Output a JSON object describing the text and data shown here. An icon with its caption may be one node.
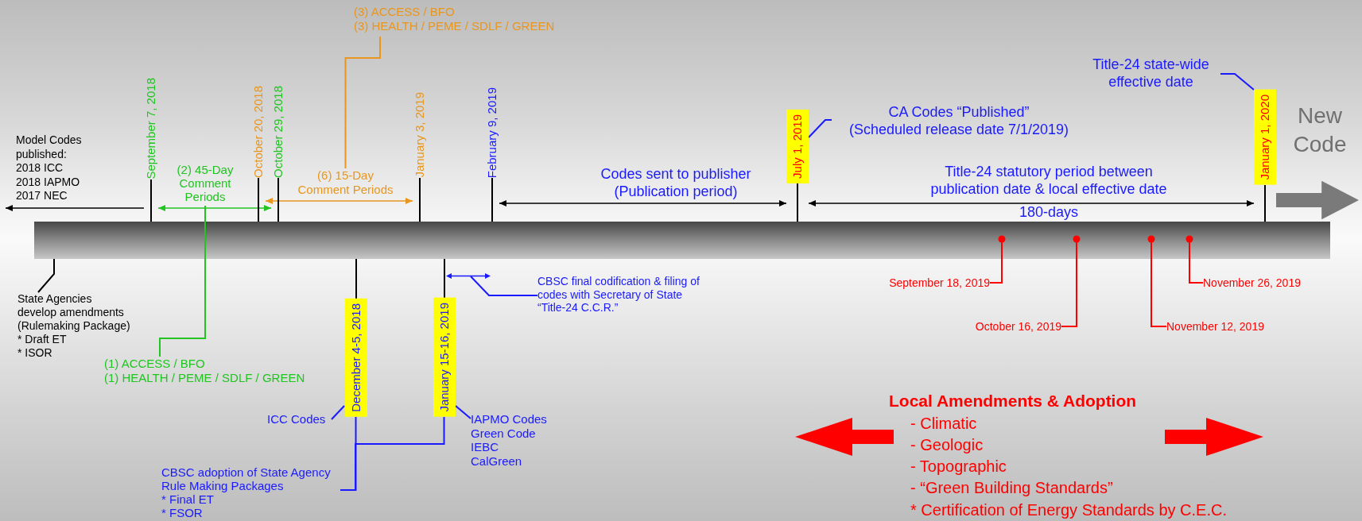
{
  "diagram": {
    "nodes": [
      {
        "text": [
          "Model Codes published:",
          "2018 ICC",
          "2018 IAPMO",
          "2017 NEC"
        ]
      },
      {
        "text": [
          "September 7, 2018"
        ]
      },
      {
        "text": [
          "October 20, 2018"
        ]
      },
      {
        "text": [
          "October 29, 2018"
        ]
      },
      {
        "text": [
          "January 3, 2019"
        ]
      },
      {
        "text": [
          "February 9, 2019"
        ]
      },
      {
        "text": [
          "July 1, 2019"
        ]
      },
      {
        "text": [
          "January 1, 2020"
        ]
      },
      {
        "text": [
          "(3) ACCESS / BFO",
          "(3) HEALTH / PEME / SDLF / GREEN"
        ]
      },
      {
        "text": [
          "(2) 45-Day Comment Periods"
        ]
      },
      {
        "text": [
          "(6) 15-Day Comment Periods"
        ]
      },
      {
        "text": [
          "CA Codes “Published”",
          "(Scheduled release date 7/1/2019)"
        ]
      },
      {
        "text": [
          "Title-24 state-wide effective date"
        ]
      },
      {
        "text": [],
        "shape": "bar"
      },
      {
        "text": [
          "State Agencies develop amendments (Rulemaking Package)",
          "* Draft ET",
          "* ISOR"
        ]
      },
      {
        "text": [
          "(1) ACCESS / BFO",
          "(1) HEALTH / PEME / SDLF / GREEN"
        ]
      },
      {
        "text": [
          "December 4-5, 2018"
        ]
      },
      {
        "text": [
          "January 15-16, 2019"
        ]
      },
      {
        "text": [
          "ICC Codes"
        ]
      },
      {
        "text": [
          "IAPMO Codes",
          "Green Code",
          "IEBC",
          "CalGreen"
        ]
      },
      {
        "text": [
          "CBSC adoption of State Agency Rule Making Packages",
          "* Final ET",
          "* FSOR"
        ]
      },
      {
        "text": [
          "CBSC final codification & filing of codes with Secretary of State “Title-24 C.C.R.”"
        ]
      },
      {
        "text": [
          "September 18, 2019"
        ]
      },
      {
        "text": [
          "October 16, 2019"
        ]
      },
      {
        "text": [
          "November 12, 2019"
        ]
      },
      {
        "text": [
          "November 26, 2019"
        ]
      }
    ],
    "edges": [
      {
        "from": 1,
        "to": 0,
        "arrow": "to",
        "color": "#000000"
      },
      {
        "from": 1,
        "to": 3,
        "arrow": "both",
        "color": "#22c422"
      },
      {
        "from": 2,
        "to": 4,
        "arrow": "both",
        "color": "#e8961e"
      },
      {
        "from": 5,
        "to": 6,
        "arrow": "both",
        "color": "#000000",
        "label": "Codes sent to publisher (Publication period)"
      },
      {
        "from": 6,
        "to": 7,
        "arrow": "both",
        "color": "#000000",
        "label": "Title-24 statutory period between publication date & local effective date"
      },
      {
        "from": 8,
        "to": 10,
        "arrow": "none",
        "color": "#e8961e"
      },
      {
        "from": 9,
        "to": 15,
        "arrow": "none",
        "color": "#22c422"
      },
      {
        "from": 6,
        "to": 11,
        "arrow": "none"
      },
      {
        "from": 7,
        "to": 12,
        "arrow": "none"
      },
      {
        "from": 13,
        "to": 14,
        "arrow": "none",
        "color": "#000000"
      },
      {
        "from": 18,
        "to": 16,
        "arrow": "none"
      },
      {
        "from": 17,
        "to": 19,
        "arrow": "none"
      },
      {
        "from": 16,
        "to": 20,
        "arrow": "none"
      },
      {
        "from": 17,
        "to": 20,
        "arrow": "none"
      },
      {
        "from": 21,
        "to": null,
        "arrow": "none"
      },
      {
        "from": 13,
        "to": 22,
        "arrow": "other",
        "color": "#ff0000"
      },
      {
        "from": 13,
        "to": 23,
        "arrow": "other",
        "color": "#ff0000"
      },
      {
        "from": 13,
        "to": 24,
        "arrow": "other",
        "color": "#ff0000"
      },
      {
        "from": 13,
        "to": 25,
        "arrow": "other",
        "color": "#ff0000"
      },
      {
        "from": 7,
        "to": 13,
        "arrow": "to",
        "color": "#7a7a7a",
        "style": "thick"
      }
    ],
    "labels": [
      "New Code",
      "180-days",
      "Local Amendments & Adoption",
      "- Climatic",
      "- Geologic",
      "- Topographic",
      "- “Green Building Standards”",
      "* Certification of Energy Standards by C.E.C."
    ]
  }
}
